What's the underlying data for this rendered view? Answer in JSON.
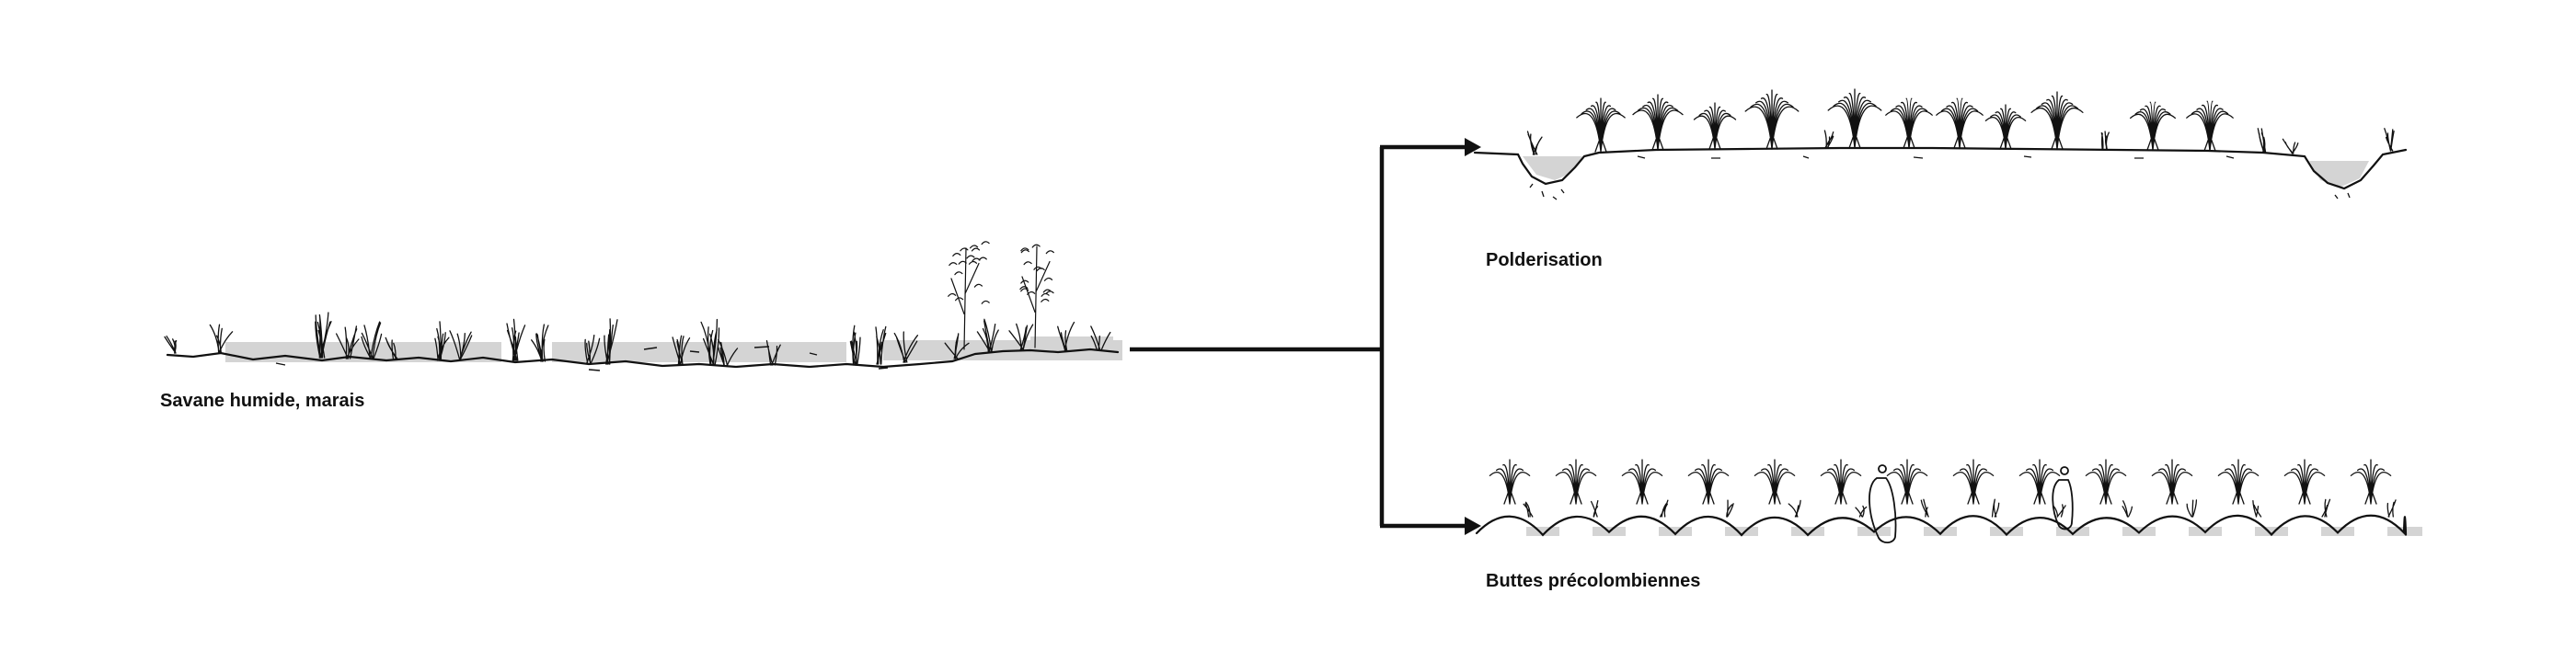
{
  "panels": {
    "source": {
      "label": "Savane humide, marais"
    },
    "top": {
      "label": "Polderisation"
    },
    "bottom": {
      "label": "Buttes précolombiennes"
    }
  },
  "colors": {
    "ink": "#111111",
    "water": "#d4d4d4",
    "background": "#ffffff"
  }
}
